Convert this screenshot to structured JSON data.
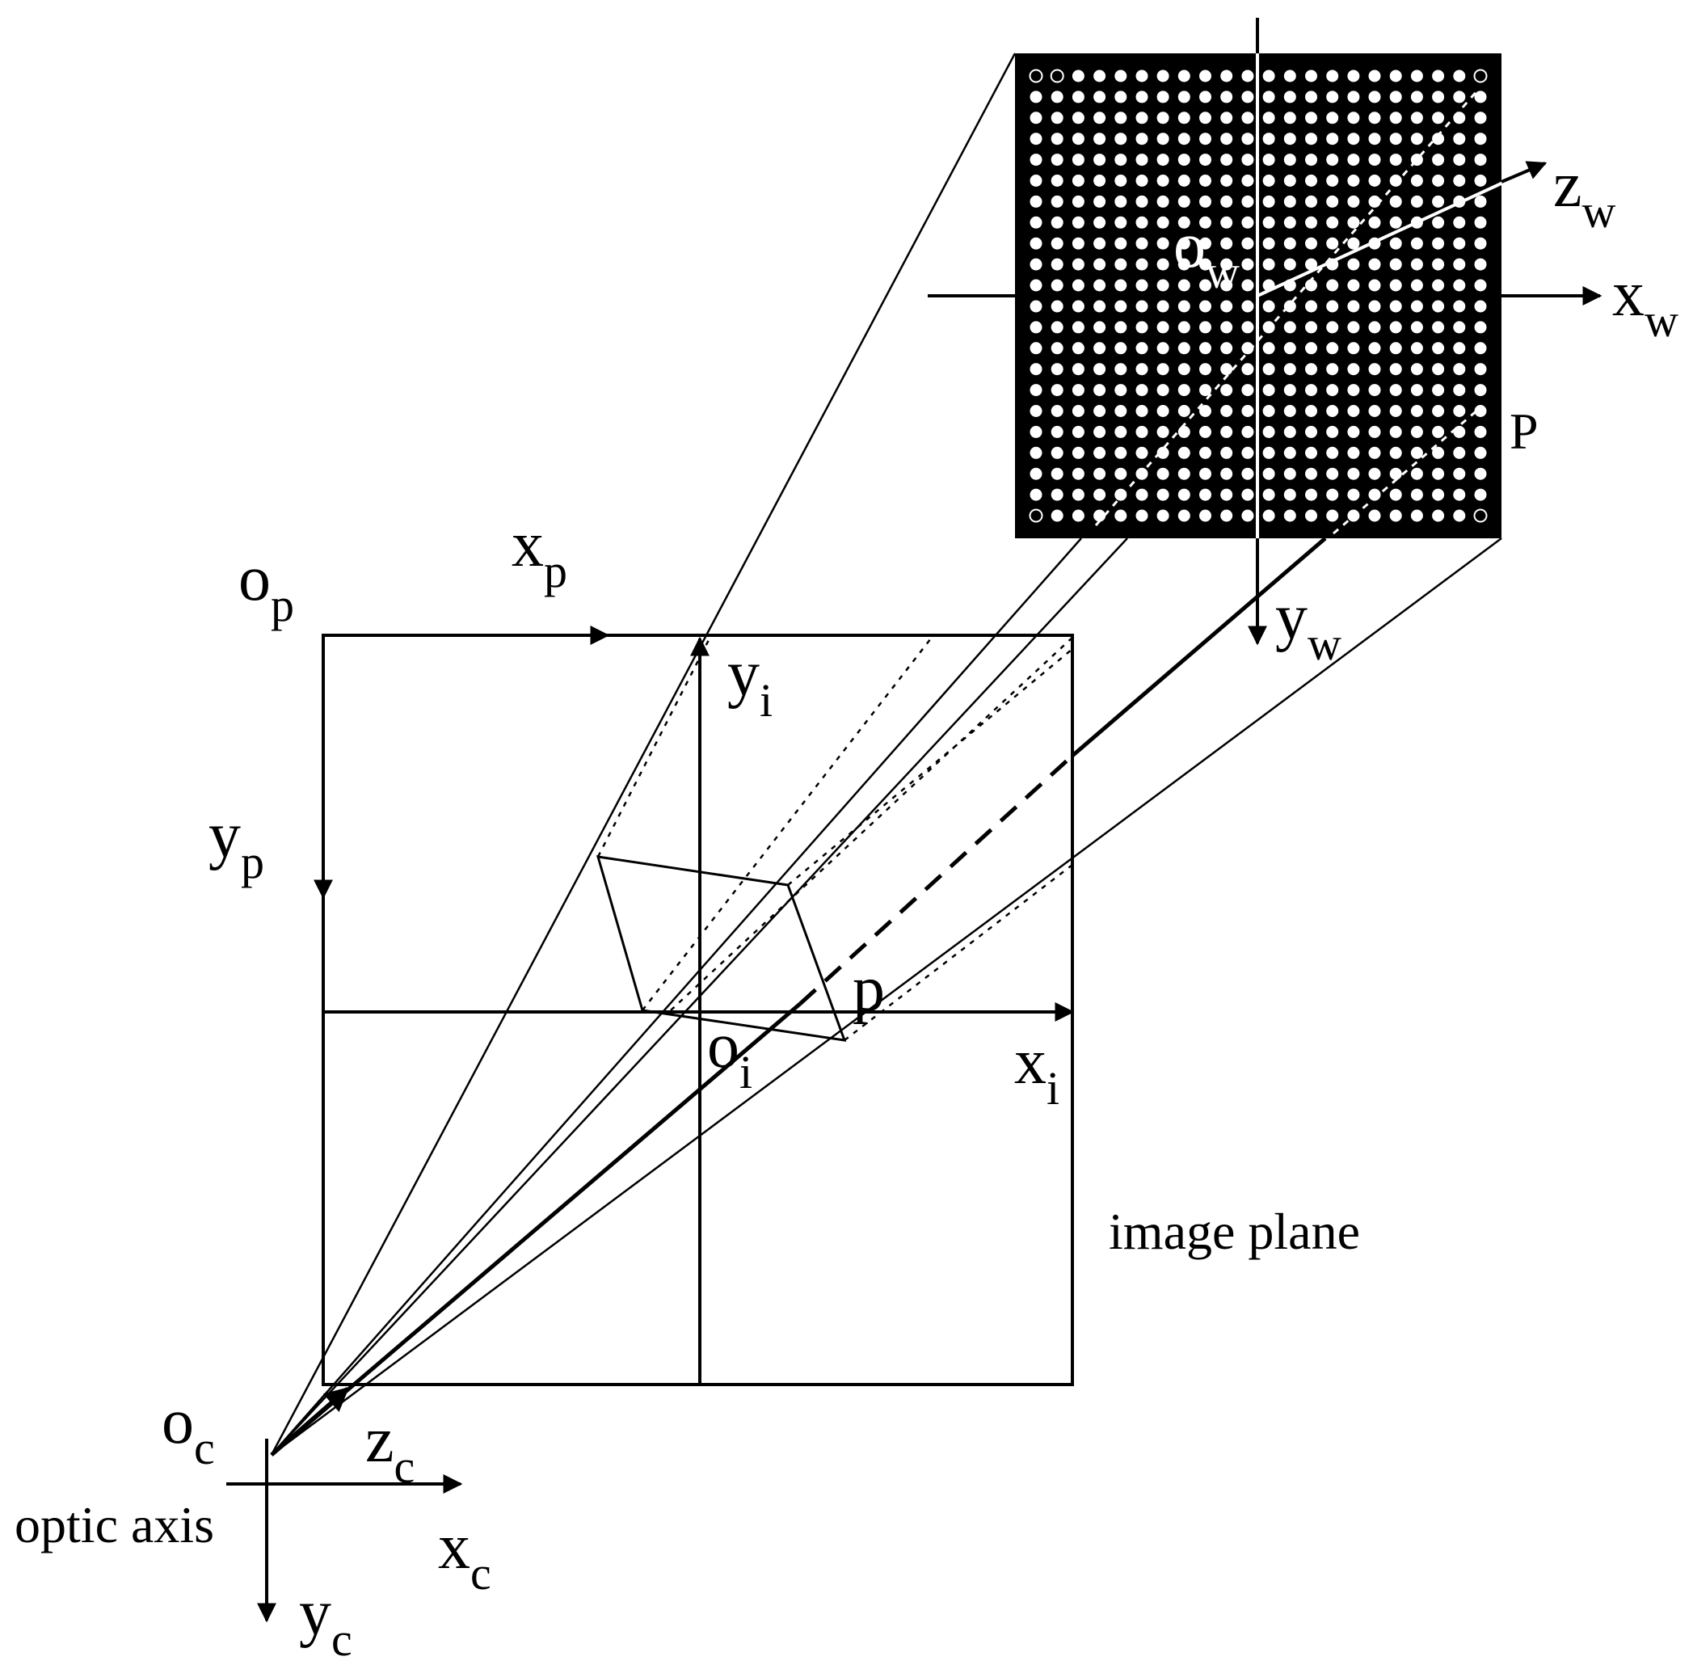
{
  "colors": {
    "line": "#000000",
    "target_board": "#000000",
    "target_dots": "#ffffff",
    "background": "#ffffff"
  },
  "labels": {
    "o_p": {
      "base": "o",
      "sub": "p"
    },
    "x_p": {
      "base": "x",
      "sub": "p"
    },
    "y_p": {
      "base": "y",
      "sub": "p"
    },
    "y_i": {
      "base": "y",
      "sub": "i"
    },
    "x_i": {
      "base": "x",
      "sub": "i"
    },
    "o_i": {
      "base": "o",
      "sub": "i"
    },
    "p_point": "p",
    "P_point": "P",
    "o_w": {
      "base": "o",
      "sub": "w"
    },
    "x_w": {
      "base": "x",
      "sub": "w"
    },
    "y_w": {
      "base": "y",
      "sub": "w"
    },
    "z_w": {
      "base": "z",
      "sub": "w"
    },
    "o_c": {
      "base": "o",
      "sub": "c"
    },
    "z_c": {
      "base": "z",
      "sub": "c"
    },
    "x_c": {
      "base": "x",
      "sub": "c"
    },
    "y_c": {
      "base": "y",
      "sub": "c"
    },
    "image_plane": "image plane",
    "optic_axis": "optic axis"
  },
  "target_grid": {
    "rows": 22,
    "cols": 22
  }
}
